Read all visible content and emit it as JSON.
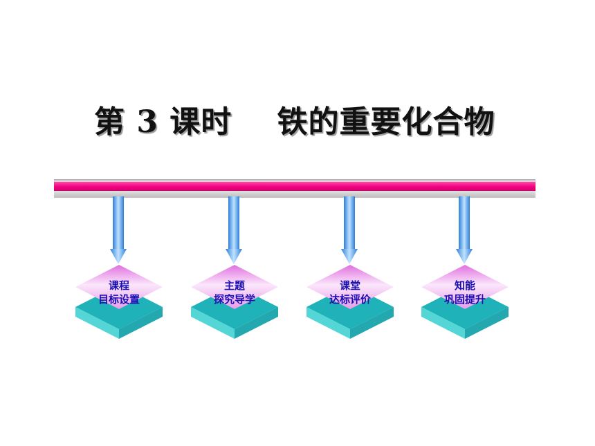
{
  "title": "第 3 课时    铁的重要化合物",
  "colors": {
    "stripe": "#f0007e",
    "arrow": "#5aa8f0",
    "platform_top": "#f2b6f2",
    "platform_side": "#3cc8c8",
    "label": "#1a0fb0"
  },
  "items": [
    {
      "line1": "课程",
      "line2": "目标设置"
    },
    {
      "line1": "主题",
      "line2": "探究导学"
    },
    {
      "line1": "课堂",
      "line2": "达标评价"
    },
    {
      "line1": "知能",
      "line2": "巩固提升"
    }
  ]
}
